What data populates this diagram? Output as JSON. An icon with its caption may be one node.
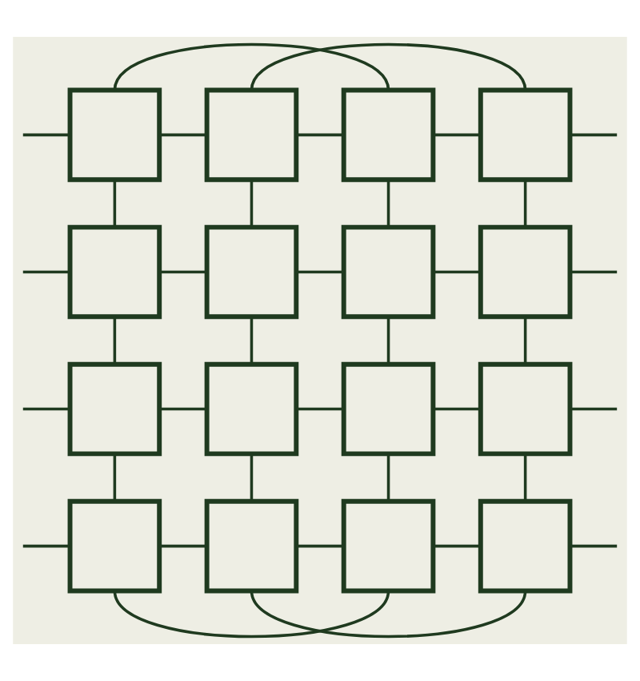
{
  "diagram": {
    "nodes": [
      {
        "text": [],
        "shape": "box"
      },
      {
        "text": [],
        "shape": "box"
      },
      {
        "text": [],
        "shape": "box"
      },
      {
        "text": [],
        "shape": "box"
      },
      {
        "text": [],
        "shape": "box"
      },
      {
        "text": [],
        "shape": "box"
      },
      {
        "text": [],
        "shape": "box"
      },
      {
        "text": [],
        "shape": "box"
      },
      {
        "text": [],
        "shape": "box"
      },
      {
        "text": [],
        "shape": "box"
      },
      {
        "text": [],
        "shape": "box"
      },
      {
        "text": [],
        "shape": "box"
      },
      {
        "text": [],
        "shape": "box"
      },
      {
        "text": [],
        "shape": "box"
      },
      {
        "text": [],
        "shape": "box"
      },
      {
        "text": [],
        "shape": "box"
      }
    ],
    "edges": [
      {
        "from": null,
        "to": 0,
        "arrow": "none"
      },
      {
        "from": 0,
        "to": 1,
        "arrow": "none"
      },
      {
        "from": 1,
        "to": 2,
        "arrow": "none"
      },
      {
        "from": 2,
        "to": 3,
        "arrow": "none"
      },
      {
        "from": 3,
        "to": null,
        "arrow": "none"
      },
      {
        "from": null,
        "to": 4,
        "arrow": "none"
      },
      {
        "from": 4,
        "to": 5,
        "arrow": "none"
      },
      {
        "from": 5,
        "to": 6,
        "arrow": "none"
      },
      {
        "from": 6,
        "to": 7,
        "arrow": "none"
      },
      {
        "from": 7,
        "to": null,
        "arrow": "none"
      },
      {
        "from": null,
        "to": 8,
        "arrow": "none"
      },
      {
        "from": 8,
        "to": 9,
        "arrow": "none"
      },
      {
        "from": 9,
        "to": 10,
        "arrow": "none"
      },
      {
        "from": 10,
        "to": 11,
        "arrow": "none"
      },
      {
        "from": 11,
        "to": null,
        "arrow": "none"
      },
      {
        "from": null,
        "to": 12,
        "arrow": "none"
      },
      {
        "from": 12,
        "to": 13,
        "arrow": "none"
      },
      {
        "from": 13,
        "to": 14,
        "arrow": "none"
      },
      {
        "from": 14,
        "to": 15,
        "arrow": "none"
      },
      {
        "from": 15,
        "to": null,
        "arrow": "none"
      },
      {
        "from": 0,
        "to": 4,
        "arrow": "none"
      },
      {
        "from": 1,
        "to": 5,
        "arrow": "none"
      },
      {
        "from": 2,
        "to": 6,
        "arrow": "none"
      },
      {
        "from": 3,
        "to": 7,
        "arrow": "none"
      },
      {
        "from": 4,
        "to": 8,
        "arrow": "none"
      },
      {
        "from": 5,
        "to": 9,
        "arrow": "none"
      },
      {
        "from": 6,
        "to": 10,
        "arrow": "none"
      },
      {
        "from": 7,
        "to": 11,
        "arrow": "none"
      },
      {
        "from": 8,
        "to": 12,
        "arrow": "none"
      },
      {
        "from": 9,
        "to": 13,
        "arrow": "none"
      },
      {
        "from": 10,
        "to": 14,
        "arrow": "none"
      },
      {
        "from": 11,
        "to": 15,
        "arrow": "none"
      },
      {
        "from": 0,
        "to": 2,
        "arrow": "none"
      },
      {
        "from": 1,
        "to": 3,
        "arrow": "none"
      },
      {
        "from": 12,
        "to": 14,
        "arrow": "none"
      },
      {
        "from": 13,
        "to": 15,
        "arrow": "none"
      }
    ]
  }
}
